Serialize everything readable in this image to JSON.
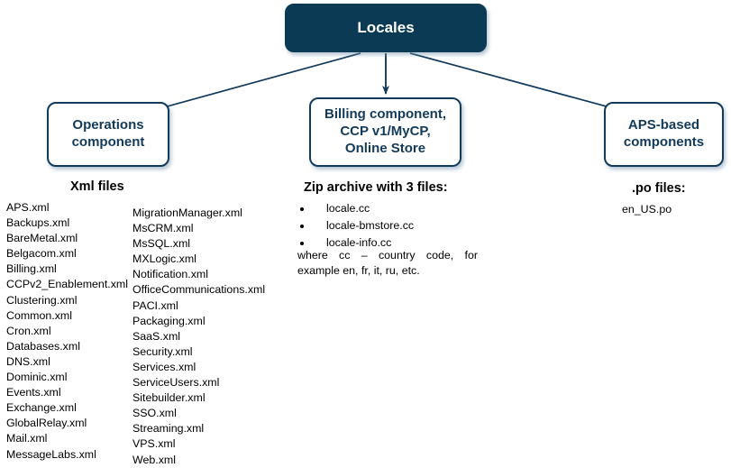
{
  "diagram": {
    "root": {
      "label": "Locales"
    },
    "children": [
      {
        "id": "operations",
        "lines": [
          "Operations",
          "component"
        ]
      },
      {
        "id": "billing",
        "lines": [
          "Billing component,",
          "CCP v1/MyCP,",
          "Online Store"
        ]
      },
      {
        "id": "aps",
        "lines": [
          "APS-based",
          "components"
        ]
      }
    ],
    "colors": {
      "root_fill": "#0B3A55",
      "root_text": "#FFFFFF",
      "node_border": "#123A5B",
      "node_text": "#123A5B",
      "node_fill": "#FFFFFF",
      "connector": "#123A5B"
    }
  },
  "sections": {
    "xml": {
      "heading": "Xml files",
      "column_1": [
        "APS.xml",
        "Backups.xml",
        "BareMetal.xml",
        "Belgacom.xml",
        "Billing.xml",
        "CCPv2_Enablement.xml",
        "Clustering.xml",
        "Common.xml",
        "Cron.xml",
        "Databases.xml",
        "DNS.xml",
        "Dominic.xml",
        "Events.xml",
        "Exchange.xml",
        "GlobalRelay.xml",
        "Mail.xml",
        "MessageLabs.xml"
      ],
      "column_2": [
        "MigrationManager.xml",
        "MsCRM.xml",
        "MsSQL.xml",
        "MXLogic.xml",
        "Notification.xml",
        "OfficeCommunications.xml",
        "PACI.xml",
        "Packaging.xml",
        "SaaS.xml",
        "Security.xml",
        "Services.xml",
        "ServiceUsers.xml",
        "Sitebuilder.xml",
        "SSO.xml",
        "Streaming.xml",
        "VPS.xml",
        "Web.xml"
      ]
    },
    "zip": {
      "heading": "Zip archive with 3 files:",
      "files": [
        "locale.cc",
        "locale-bmstore.cc",
        "locale-info.cc"
      ],
      "note": "where cc – country code, for example en, fr, it, ru, etc."
    },
    "po": {
      "heading": ".po files:",
      "files": [
        "en_US.po"
      ]
    }
  }
}
